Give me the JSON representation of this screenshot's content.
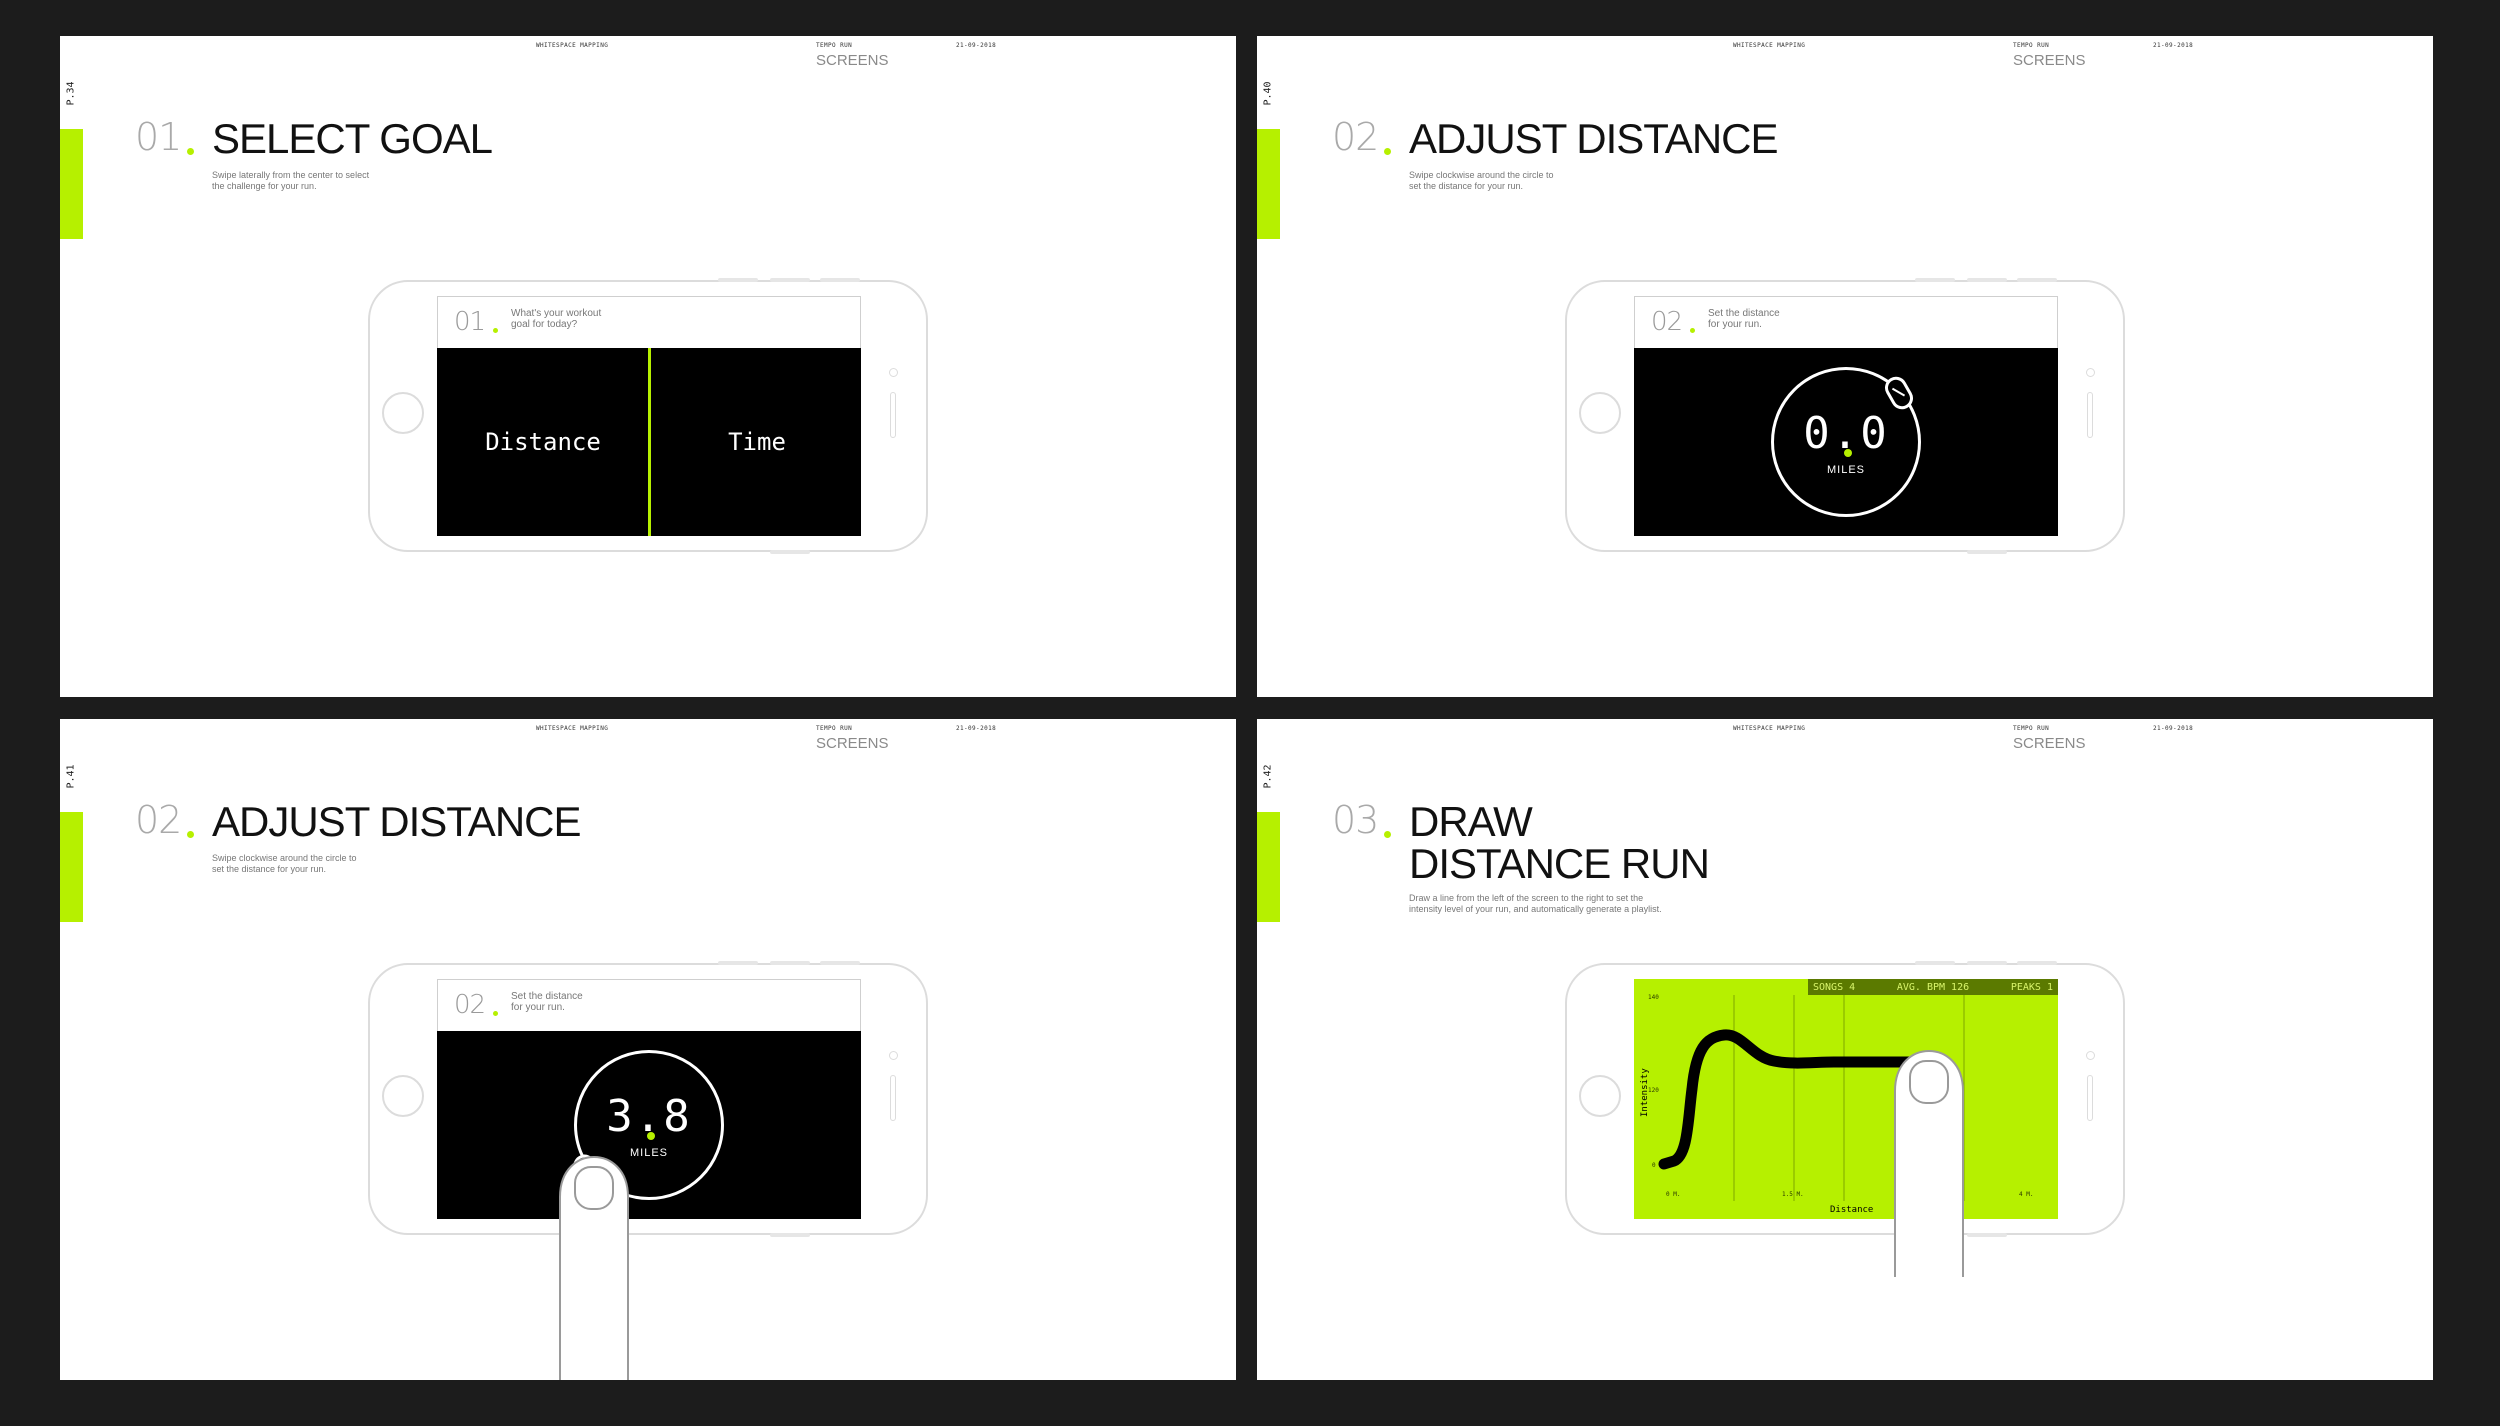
{
  "colors": {
    "accent": "#b6f000",
    "background": "#1c1c1c",
    "stats_bar": "#5b7a00"
  },
  "header": {
    "project": "WHITESPACE MAPPING",
    "app": "TEMPO RUN",
    "date": "21-09-2018",
    "section": "SCREENS"
  },
  "panels": [
    {
      "page": "P.34",
      "step": "01",
      "title": "SELECT GOAL",
      "description": "Swipe laterally from the center to select\nthe challenge for your run.",
      "screen_step": "01",
      "screen_prompt": "What's your workout\ngoal for today?",
      "options": [
        "Distance",
        "Time"
      ]
    },
    {
      "page": "P.40",
      "step": "02",
      "title": "ADJUST DISTANCE",
      "description": "Swipe clockwise around the circle to\nset the distance for your run.",
      "screen_step": "02",
      "screen_prompt": "Set the distance\nfor your run.",
      "distance_value": "0.0",
      "distance_unit": "MILES"
    },
    {
      "page": "P.41",
      "step": "02",
      "title": "ADJUST DISTANCE",
      "description": "Swipe clockwise around the circle to\nset the distance for your run.",
      "screen_step": "02",
      "screen_prompt": "Set the distance\nfor your run.",
      "distance_value": "3.8",
      "distance_unit": "MILES"
    },
    {
      "page": "P.42",
      "step": "03",
      "title": "DRAW",
      "title_line2": "DISTANCE RUN",
      "description": "Draw a line from the left of the screen to the right to set the\nintensity level of your run, and automatically generate a playlist.",
      "stats": [
        "SONGS 4",
        "AVG. BPM 126",
        "PEAKS 1"
      ]
    }
  ],
  "chart_data": {
    "type": "line",
    "xlabel": "Distance",
    "ylabel": "Intensity",
    "x_ticks": [
      "0 M.",
      "1.5 M.",
      "4 M."
    ],
    "y_ticks": [
      "0",
      "120",
      "140"
    ]
  }
}
